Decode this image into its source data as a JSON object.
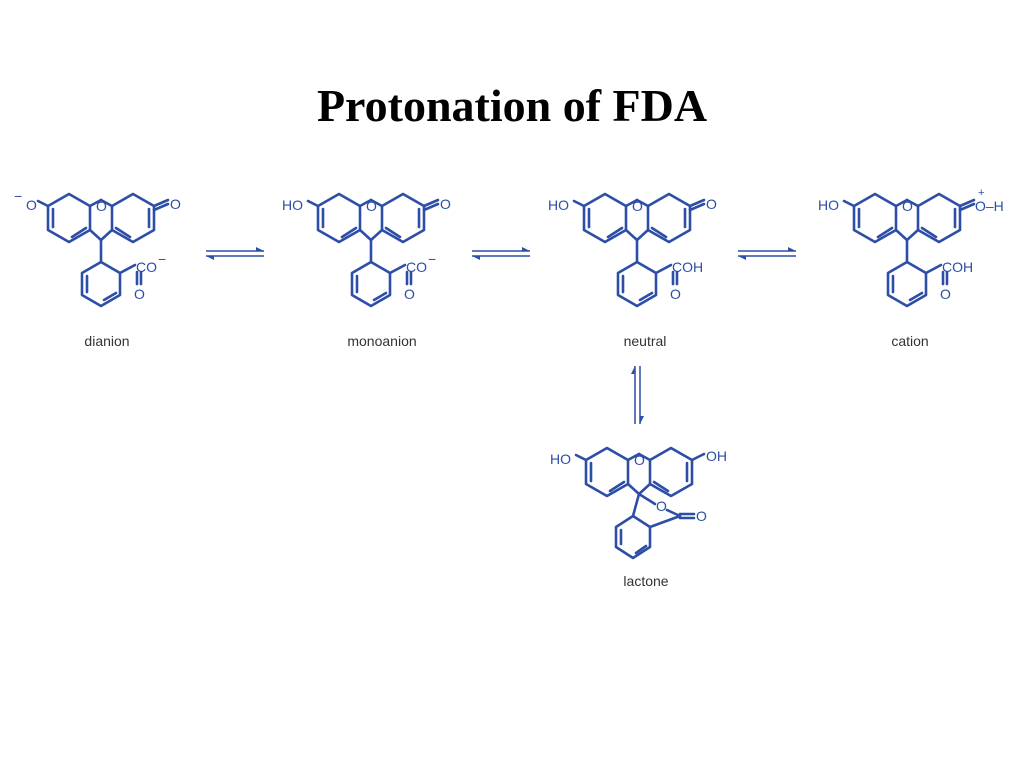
{
  "slide": {
    "title": "Protonation of FDA"
  },
  "species": {
    "dianion": {
      "label": "dianion",
      "left_group": "O",
      "left_charge": "−",
      "right_group": "O",
      "acid_group": "CO",
      "acid_charge": "−",
      "acid_oxygen": "O"
    },
    "monoanion": {
      "label": "monoanion",
      "left_group": "HO",
      "right_group": "O",
      "acid_group": "CO",
      "acid_charge": "−",
      "acid_oxygen": "O"
    },
    "neutral": {
      "label": "neutral",
      "left_group": "HO",
      "right_group": "O",
      "acid_group": "COH",
      "acid_oxygen": "O"
    },
    "cation": {
      "label": "cation",
      "left_group": "HO",
      "right_group": "O–H",
      "right_charge": "+",
      "acid_group": "COH",
      "acid_oxygen": "O"
    },
    "lactone": {
      "label": "lactone",
      "left_group": "HO",
      "right_group": "OH",
      "ring_oxygen": "O",
      "carbonyl_oxygen": "O"
    },
    "bridge_oxygen": "O"
  },
  "colors": {
    "structure": "#2d4ea6",
    "label_text": "#333333",
    "title_text": "#000000",
    "background": "#ffffff"
  }
}
